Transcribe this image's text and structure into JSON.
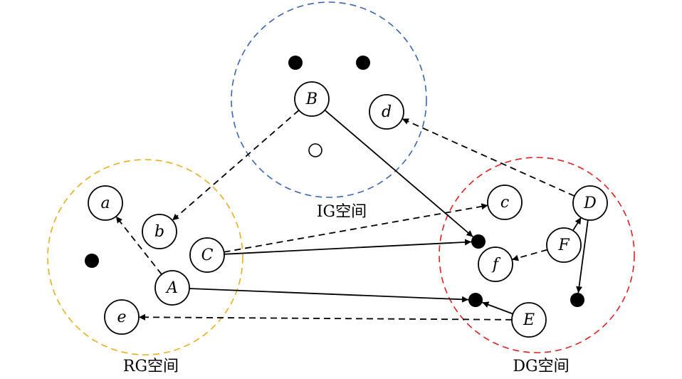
{
  "diagram": {
    "spaces": [
      {
        "id": "IG",
        "label": "IG空间",
        "color": "#3a66b0"
      },
      {
        "id": "RG",
        "label": "RG空间",
        "color": "#e8b020"
      },
      {
        "id": "DG",
        "label": "DG空间",
        "color": "#dd2222"
      }
    ],
    "nodes": [
      {
        "id": "a",
        "label": "a",
        "space": "RG"
      },
      {
        "id": "b",
        "label": "b",
        "space": "RG"
      },
      {
        "id": "C",
        "label": "C",
        "space": "RG"
      },
      {
        "id": "A",
        "label": "A",
        "space": "RG"
      },
      {
        "id": "e",
        "label": "e",
        "space": "RG"
      },
      {
        "id": "B",
        "label": "B",
        "space": "IG"
      },
      {
        "id": "d",
        "label": "d",
        "space": "IG"
      },
      {
        "id": "c",
        "label": "c",
        "space": "DG"
      },
      {
        "id": "D",
        "label": "D",
        "space": "DG"
      },
      {
        "id": "F",
        "label": "F",
        "space": "DG"
      },
      {
        "id": "f",
        "label": "f",
        "space": "DG"
      },
      {
        "id": "E",
        "label": "E",
        "space": "DG"
      }
    ],
    "points": [
      {
        "id": "p1",
        "space": "IG",
        "filled": true
      },
      {
        "id": "p2",
        "space": "IG",
        "filled": true
      },
      {
        "id": "p3",
        "space": "IG",
        "filled": false
      },
      {
        "id": "p4",
        "space": "RG",
        "filled": true
      },
      {
        "id": "p5",
        "space": "DG",
        "filled": true
      },
      {
        "id": "p6",
        "space": "DG",
        "filled": true
      },
      {
        "id": "p7",
        "space": "DG",
        "filled": true
      }
    ],
    "edges": [
      {
        "from": "B",
        "to": "b",
        "style": "dashed"
      },
      {
        "from": "B",
        "to": "p5",
        "style": "solid"
      },
      {
        "from": "A",
        "to": "a",
        "style": "dashed"
      },
      {
        "from": "A",
        "to": "p6",
        "style": "solid"
      },
      {
        "from": "C",
        "to": "c",
        "style": "dashed"
      },
      {
        "from": "C",
        "to": "p5",
        "style": "solid"
      },
      {
        "from": "D",
        "to": "d",
        "style": "dashed"
      },
      {
        "from": "D",
        "to": "p7",
        "style": "solid"
      },
      {
        "from": "F",
        "to": "D",
        "style": "solid"
      },
      {
        "from": "F",
        "to": "f",
        "style": "dashed"
      },
      {
        "from": "E",
        "to": "e",
        "style": "dashed"
      },
      {
        "from": "E",
        "to": "p6",
        "style": "solid"
      }
    ]
  }
}
